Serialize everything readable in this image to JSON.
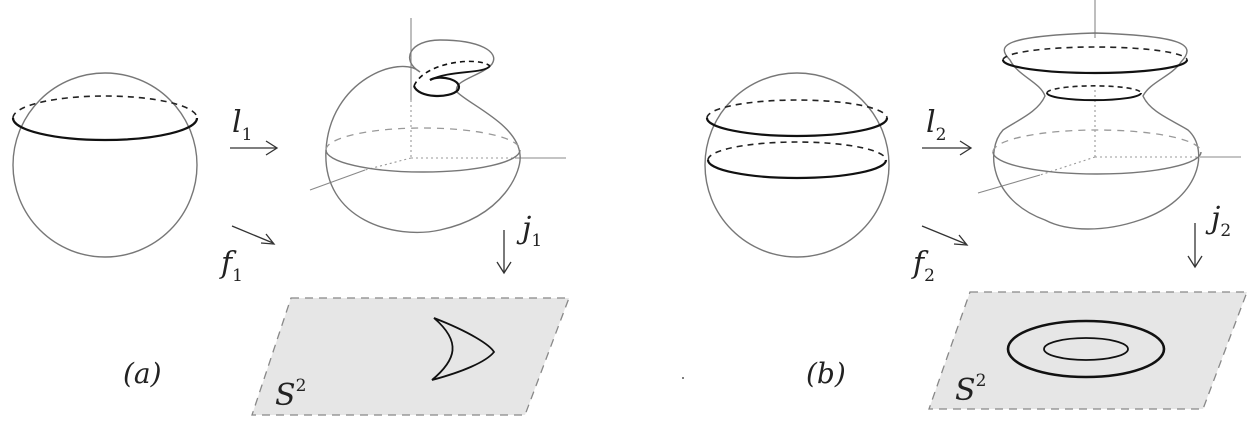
{
  "panels": [
    {
      "id": "a",
      "label": "(a)",
      "map_l": {
        "name": "l",
        "sub": "1"
      },
      "map_f": {
        "name": "f",
        "sub": "1"
      },
      "map_j": {
        "name": "j",
        "sub": "1"
      },
      "plane_label": {
        "name": "S",
        "sup": "2"
      }
    },
    {
      "id": "b",
      "label": "(b)",
      "map_l": {
        "name": "l",
        "sub": "2"
      },
      "map_f": {
        "name": "f",
        "sub": "2"
      },
      "map_j": {
        "name": "j",
        "sub": "2"
      },
      "plane_label": {
        "name": "S",
        "sup": "2"
      }
    }
  ],
  "colors": {
    "stroke_dark": "#111111",
    "stroke_gray": "#777777",
    "plane_fill": "#e6e6e6",
    "plane_border": "#888888"
  }
}
